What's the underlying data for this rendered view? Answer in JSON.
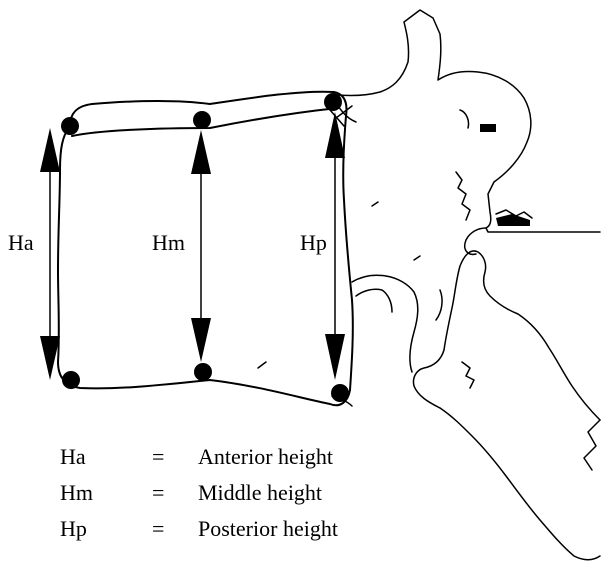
{
  "labels": {
    "ha": "Ha",
    "hm": "Hm",
    "hp": "Hp"
  },
  "legend": [
    {
      "abbr": "Ha",
      "eq": "=",
      "desc": "Anterior height"
    },
    {
      "abbr": "Hm",
      "eq": "=",
      "desc": "Middle height"
    },
    {
      "abbr": "Hp",
      "eq": "=",
      "desc": "Posterior height"
    }
  ],
  "colors": {
    "ink": "#000000",
    "background": "#ffffff"
  }
}
